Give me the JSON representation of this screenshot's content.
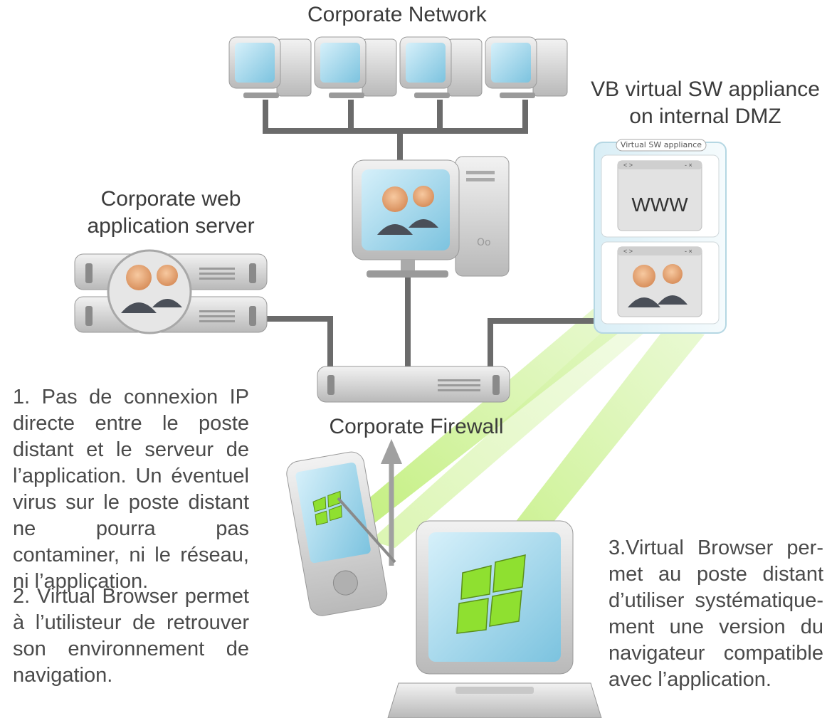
{
  "labels": {
    "corporate_network": "Corporate Network",
    "vb_appliance_line1": "VB virtual SW appliance",
    "vb_appliance_line2": "on internal DMZ",
    "appliance_tab": "Virtual SW appliance",
    "www": "WWW",
    "web_server_line1": "Corporate web",
    "web_server_line2": "application server",
    "firewall": "Corporate Firewall"
  },
  "notes": {
    "note1": "1. Pas de connexion IP directe entre le poste distant et le serveur de l’application. Un éventuel virus sur le poste distant ne pourra pas contaminer, ni le réseau, ni l’application.",
    "note2": "2. Virtual Browser permet à l’utilisteur de retrouver son environnement de navigation.",
    "note3": "3.Virtual Browser per-met au poste distant d’utiliser systématique-ment une version du navigateur compatible avec l’application."
  },
  "window_controls": {
    "nav": "< >",
    "win": "- ×"
  },
  "colors": {
    "line": "#6b6b6b",
    "screen": "#a9d8ea",
    "beam": "#c9ef8a",
    "logo": "#8fe030"
  }
}
